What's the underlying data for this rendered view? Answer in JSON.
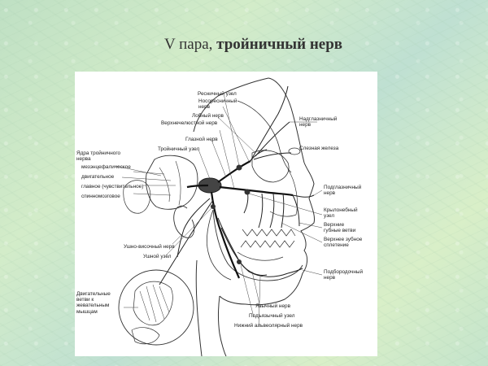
{
  "slide": {
    "title_prefix": "V пара, ",
    "title_bold": "тройничный нерв"
  },
  "colors": {
    "background": "#c9e6cc",
    "figure_bg": "#ffffff",
    "ink": "#222222"
  },
  "labels": {
    "ciliary_ganglion": "Ресничный узел",
    "nasociliary": "Носоресничный нерв",
    "frontal": "Лобный нерв",
    "maxillary": "Верхнечелюстной нерв",
    "ophthalmic": "Глазной нерв",
    "trigeminal_ganglion": "Тройничный узел",
    "nuclei": "Ядра тройничного нерва",
    "mesencephalic": "мезэнцефалическое",
    "motor": "двигательное",
    "main_sensory": "главное (чувствительное)",
    "spinal": "спинномозговое",
    "auriculotemporal": "Ушно-височный нерв",
    "otic_ganglion": "Ушной узел",
    "motor_branches": "Двигательные ветви к жевательным мышцам",
    "supraorbital": "Надглазничный нерв",
    "lacrimal_gland": "Слезная железа",
    "infraorbital": "Подглазничный нерв",
    "pterygopalatine": "Крылонебный узел",
    "upper_labial": "Верхние губные ветви",
    "upper_dental_plexus": "Верхнее зубное сплетение",
    "mental": "Подбородочный нерв",
    "lingual": "Язычный нерв",
    "submandibular": "Подъязычный узел",
    "inferior_alveolar": "Нижний альвеолярный нерв"
  }
}
